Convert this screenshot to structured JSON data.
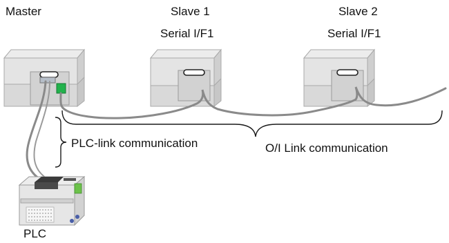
{
  "labels": {
    "master": "Master",
    "slave1_title": "Slave 1",
    "slave1_interface": "Serial I/F1",
    "slave2_title": "Slave 2",
    "slave2_interface": "Serial I/F1",
    "plc_link": "PLC-link communication",
    "oi_link": "O/I Link communication",
    "plc": "PLC"
  },
  "colors": {
    "unit_body": "#dcdcdc",
    "unit_edge": "#a9a9a9",
    "cable": "#8a8a8a",
    "connector_green": "#22b24c",
    "brace": "#1a1a1a"
  }
}
